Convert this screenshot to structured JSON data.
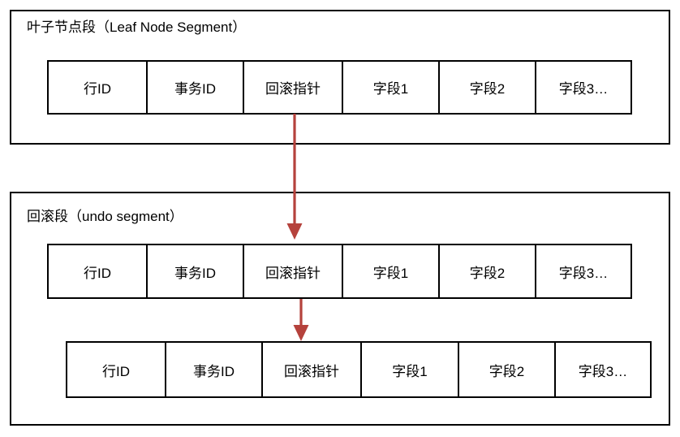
{
  "diagram": {
    "title_note": "MySQL InnoDB undo log chain diagram",
    "accent_color": "#b5423c",
    "line_color": "#000000",
    "background": "#ffffff"
  },
  "panels": [
    {
      "id": "leaf-node-segment",
      "title": "叶子节点段（Leaf Node Segment）",
      "tables": [
        {
          "id": "leaf-record-row",
          "cells": [
            "行ID",
            "事务ID",
            "回滚指针",
            "字段1",
            "字段2",
            "字段3…"
          ]
        }
      ]
    },
    {
      "id": "undo-segment",
      "title": "回滚段（undo segment）",
      "tables": [
        {
          "id": "undo-record-row-1",
          "cells": [
            "行ID",
            "事务ID",
            "回滚指针",
            "字段1",
            "字段2",
            "字段3…"
          ]
        },
        {
          "id": "undo-record-row-2",
          "cells": [
            "行ID",
            "事务ID",
            "回滚指针",
            "字段1",
            "字段2",
            "字段3…"
          ]
        }
      ]
    }
  ],
  "arrows": [
    {
      "id": "leaf-to-undo-arrow",
      "from": "叶子节点段 回滚指针",
      "to": "回滚段 回滚指针",
      "color": "#b5423c"
    },
    {
      "id": "undo-to-undo-arrow",
      "from": "回滚段 第一行 回滚指针",
      "to": "回滚段 第二行 回滚指针",
      "color": "#b5423c"
    }
  ]
}
